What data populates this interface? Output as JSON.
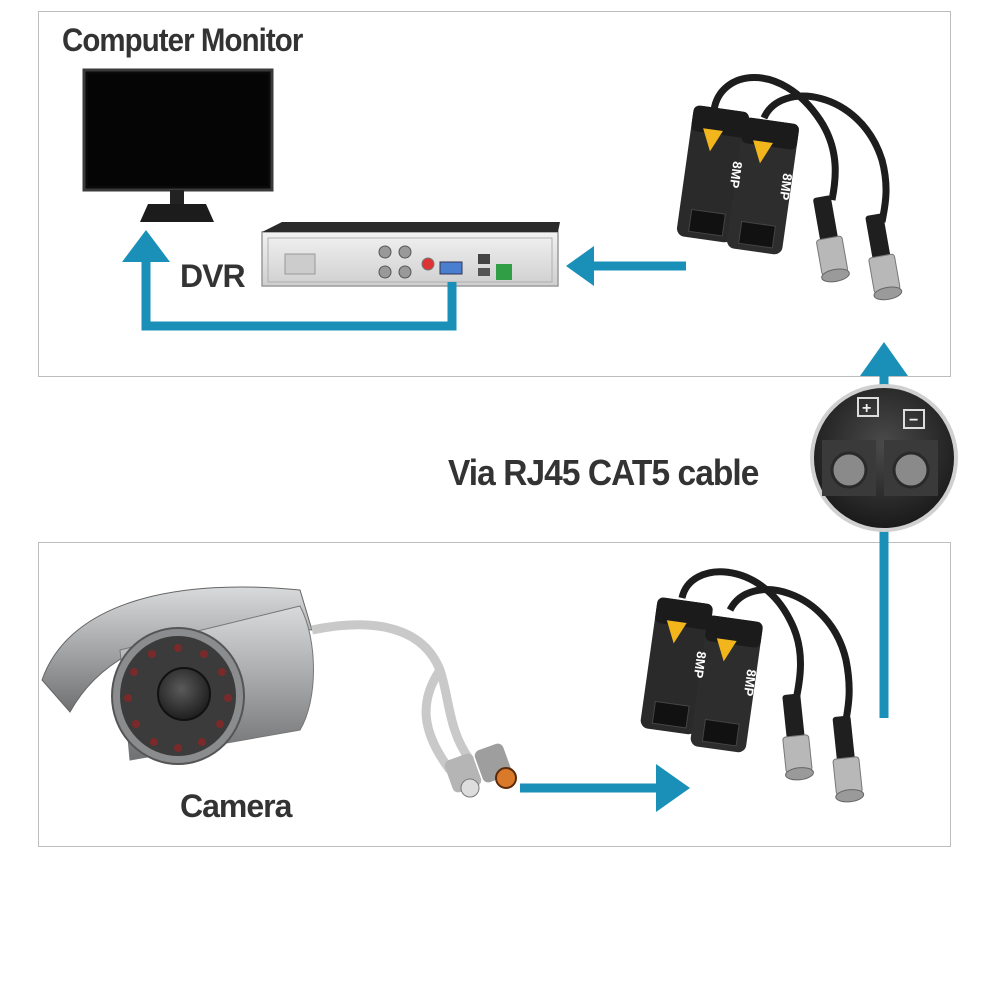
{
  "labels": {
    "monitor": "Computer Monitor",
    "dvr": "DVR",
    "cable": "Via RJ45 CAT5 cable",
    "camera": "Camera"
  },
  "balun": {
    "badge": "8MP"
  },
  "terminal": {
    "plus": "+",
    "minus": "−"
  },
  "colors": {
    "arrow": "#1a8fb8",
    "balun_body": "#2a2a2a",
    "balun_stripe": "#f2b51c",
    "dvr_body": "#e4e4e4",
    "monitor_screen": "#0a0a0a"
  }
}
